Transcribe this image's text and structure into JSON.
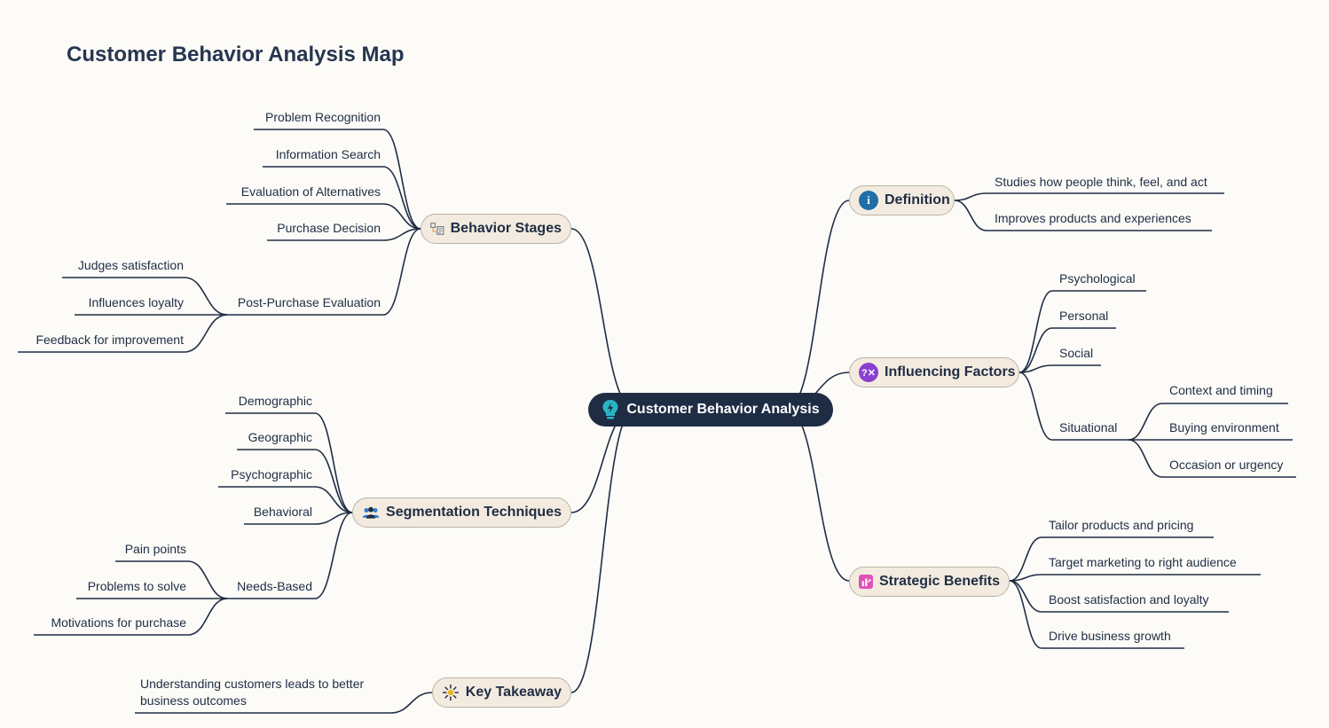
{
  "title": "Customer Behavior Analysis Map",
  "central": {
    "label": "Customer Behavior Analysis",
    "icon": "lightbulb-icon"
  },
  "branches": {
    "behavior_stages": {
      "label": "Behavior Stages",
      "icon": "stages-icon",
      "items": [
        "Problem Recognition",
        "Information Search",
        "Evaluation of Alternatives",
        "Purchase Decision",
        "Post-Purchase Evaluation"
      ],
      "post_purchase": [
        "Judges satisfaction",
        "Influences loyalty",
        "Feedback for improvement"
      ]
    },
    "segmentation": {
      "label": "Segmentation Techniques",
      "icon": "people-icon",
      "items": [
        "Demographic",
        "Geographic",
        "Psychographic",
        "Behavioral",
        "Needs-Based"
      ],
      "needs_based": [
        "Pain points",
        "Problems to solve",
        "Motivations for purchase"
      ]
    },
    "key_takeaway": {
      "label": "Key Takeaway",
      "icon": "sparkle-icon",
      "items": [
        "Understanding customers leads to better business outcomes"
      ]
    },
    "definition": {
      "label": "Definition",
      "icon": "info-icon",
      "items": [
        "Studies how people think, feel, and act",
        "Improves products and experiences"
      ]
    },
    "influencing": {
      "label": "Influencing Factors",
      "icon": "brain-icon",
      "items": [
        "Psychological",
        "Personal",
        "Social",
        "Situational"
      ],
      "situational": [
        "Context and timing",
        "Buying environment",
        "Occasion or urgency"
      ]
    },
    "strategic": {
      "label": "Strategic Benefits",
      "icon": "chart-icon",
      "items": [
        "Tailor products and pricing",
        "Target marketing to right audience",
        "Boost satisfaction and loyalty",
        "Drive business growth"
      ]
    }
  },
  "colors": {
    "background": "#fcfbf7",
    "line": "#1f2d44",
    "node_fill": "#f3ebdf",
    "node_border": "#b9b3a6",
    "central_fill": "#1f2d44",
    "info": "#1f6fa8",
    "brain": "#8a3fd0",
    "chart": "#e04fb8",
    "lightbulb": "#2bb5c4"
  }
}
